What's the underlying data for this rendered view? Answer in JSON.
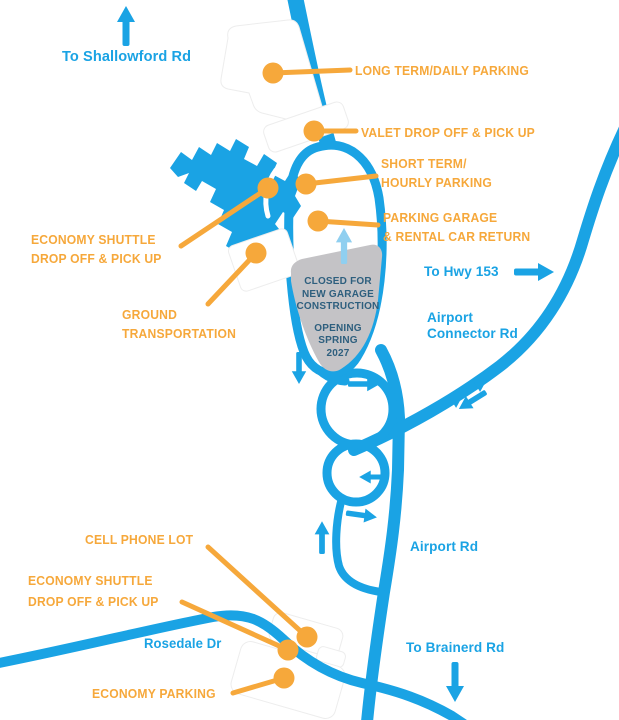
{
  "map": {
    "colors": {
      "road_blue": "#1AA3E4",
      "accent_orange": "#F6A83B",
      "construction_gray": "#C4C3C6",
      "notice_navy": "#2E5F7E",
      "light_arrow_blue": "#8FCFF0",
      "lot_white": "#FFFFFF"
    },
    "directions": {
      "shallowford": "To Shallowford Rd",
      "hwy_153": "To Hwy 153",
      "brainerd": "To Brainerd Rd"
    },
    "roads": {
      "connector_line1": "Airport",
      "connector_line2": "Connector Rd",
      "airport_rd": "Airport Rd",
      "rosedale": "Rosedale Dr"
    },
    "pois": {
      "long_term": {
        "label": "LONG TERM/DAILY PARKING"
      },
      "valet": {
        "label": "VALET DROP OFF & PICK UP"
      },
      "short_term": {
        "line1": "SHORT TERM/",
        "line2": "HOURLY PARKING"
      },
      "garage": {
        "line1": "PARKING GARAGE",
        "line2": "& RENTAL CAR RETURN"
      },
      "economy_shuttle_terminal": {
        "line1": "ECONOMY SHUTTLE",
        "line2": "DROP OFF & PICK UP"
      },
      "ground_transportation": {
        "line1": "GROUND",
        "line2": "TRANSPORTATION"
      },
      "cell_phone_lot": {
        "label": "CELL PHONE LOT"
      },
      "economy_shuttle_lot": {
        "line1": "ECONOMY SHUTTLE",
        "line2": "DROP OFF & PICK UP"
      },
      "economy_parking": {
        "label": "ECONOMY PARKING"
      }
    },
    "construction_notice": {
      "line1": "CLOSED FOR",
      "line2": "NEW GARAGE",
      "line3": "CONSTRUCTION",
      "line4": "OPENING",
      "line5": "SPRING",
      "line6": "2027"
    }
  }
}
